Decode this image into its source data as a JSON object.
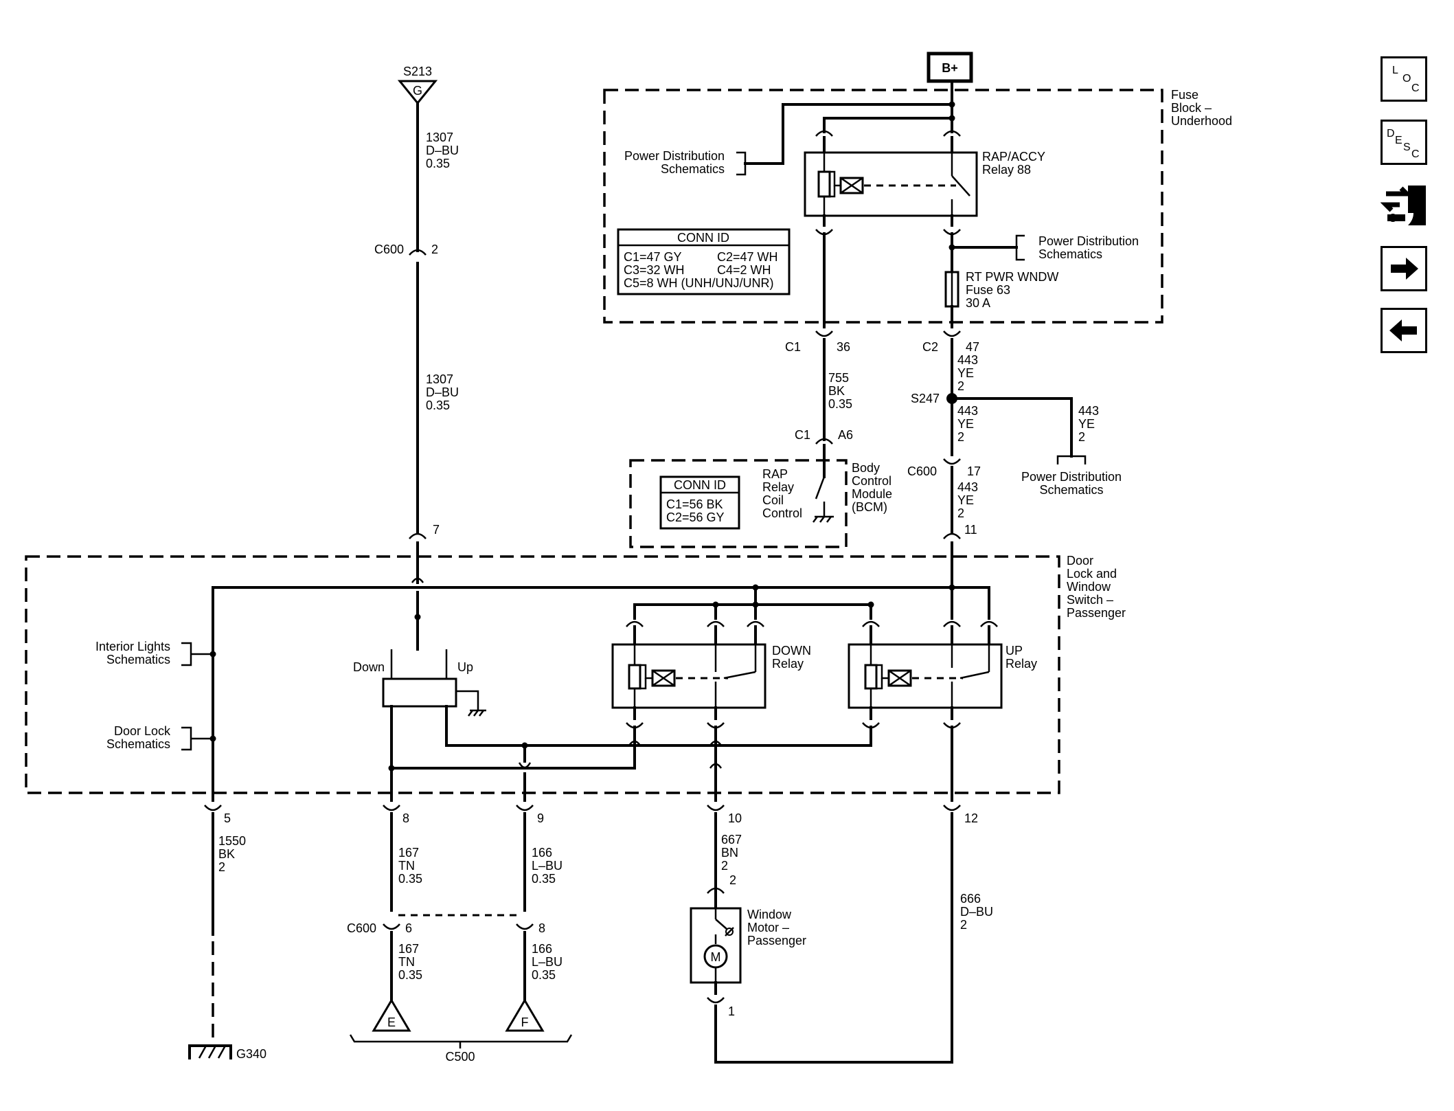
{
  "power": {
    "label": "B+"
  },
  "fuse_block": {
    "label": [
      "Fuse",
      "Block –",
      "Underhood"
    ],
    "pds_left": [
      "Power Distribution",
      "Schematics"
    ],
    "pds_right": [
      "Power Distribution",
      "Schematics"
    ],
    "relay": [
      "RAP/ACCY",
      "Relay 88"
    ],
    "fuse": [
      "RT PWR WNDW",
      "Fuse 63",
      "30 A"
    ],
    "conn_id": {
      "title": "CONN ID",
      "rows": [
        [
          "C1=47 GY",
          "C2=47 WH"
        ],
        [
          "C3=32 WH",
          "C4=2 WH"
        ],
        [
          "C5=8 WH (UNH/UNJ/UNR)",
          ""
        ]
      ]
    }
  },
  "bcm": {
    "label": [
      "Body",
      "Control",
      "Module",
      "(BCM)"
    ],
    "control": [
      "RAP",
      "Relay",
      "Coil",
      "Control"
    ],
    "conn_id": {
      "title": "CONN ID",
      "rows": [
        "C1=56 BK",
        "C2=56 GY"
      ]
    }
  },
  "switch": {
    "label": [
      "Door",
      "Lock and",
      "Window",
      "Switch –",
      "Passenger"
    ],
    "interior": [
      "Interior Lights",
      "Schematics"
    ],
    "doorlock": [
      "Door Lock",
      "Schematics"
    ],
    "down": "Down",
    "up": "Up",
    "down_relay": [
      "DOWN",
      "Relay"
    ],
    "up_relay": [
      "UP",
      "Relay"
    ]
  },
  "motor": {
    "label": [
      "Window",
      "Motor –",
      "Passenger"
    ],
    "symbol": "M"
  },
  "spd": {
    "label": [
      "Power Distribution",
      "Schematics"
    ]
  },
  "splices": {
    "s213": "S213",
    "s213_letter": "G",
    "s247": "S247"
  },
  "grounds": {
    "g340": "G340",
    "c500": "C500",
    "e": "E",
    "f": "F"
  },
  "connectors": {
    "c600_2": [
      "C600",
      "2"
    ],
    "c1_36": [
      "C1",
      "36"
    ],
    "c2_47": [
      "C2",
      "47"
    ],
    "c1_a6": [
      "C1",
      "A6"
    ],
    "c600_17": [
      "C600",
      "17"
    ],
    "p11": "11",
    "p7": "7",
    "p5": "5",
    "p8": "8",
    "p9": "9",
    "p10": "10",
    "p12": "12",
    "c600_6": [
      "C600",
      "6"
    ],
    "p8b": "8",
    "m2": "2",
    "m1": "1"
  },
  "wires": {
    "w1307a": [
      "1307",
      "D–BU",
      "0.35"
    ],
    "w1307b": [
      "1307",
      "D–BU",
      "0.35"
    ],
    "w755": [
      "755",
      "BK",
      "0.35"
    ],
    "w443a": [
      "443",
      "YE",
      "2"
    ],
    "w443b": [
      "443",
      "YE",
      "2"
    ],
    "w443c": [
      "443",
      "YE",
      "2"
    ],
    "w443d": [
      "443",
      "YE",
      "2"
    ],
    "w1550": [
      "1550",
      "BK",
      "2"
    ],
    "w167a": [
      "167",
      "TN",
      "0.35"
    ],
    "w166a": [
      "166",
      "L–BU",
      "0.35"
    ],
    "w167b": [
      "167",
      "TN",
      "0.35"
    ],
    "w166b": [
      "166",
      "L–BU",
      "0.35"
    ],
    "w667": [
      "667",
      "BN",
      "2"
    ],
    "w666": [
      "666",
      "D–BU",
      "2"
    ]
  },
  "nav": {
    "loc": [
      "L",
      "O",
      "C"
    ],
    "desc": [
      "D",
      "E",
      "S",
      "C"
    ],
    "icons": [
      "connector-icon",
      "forward-arrow-icon",
      "back-arrow-icon"
    ]
  }
}
